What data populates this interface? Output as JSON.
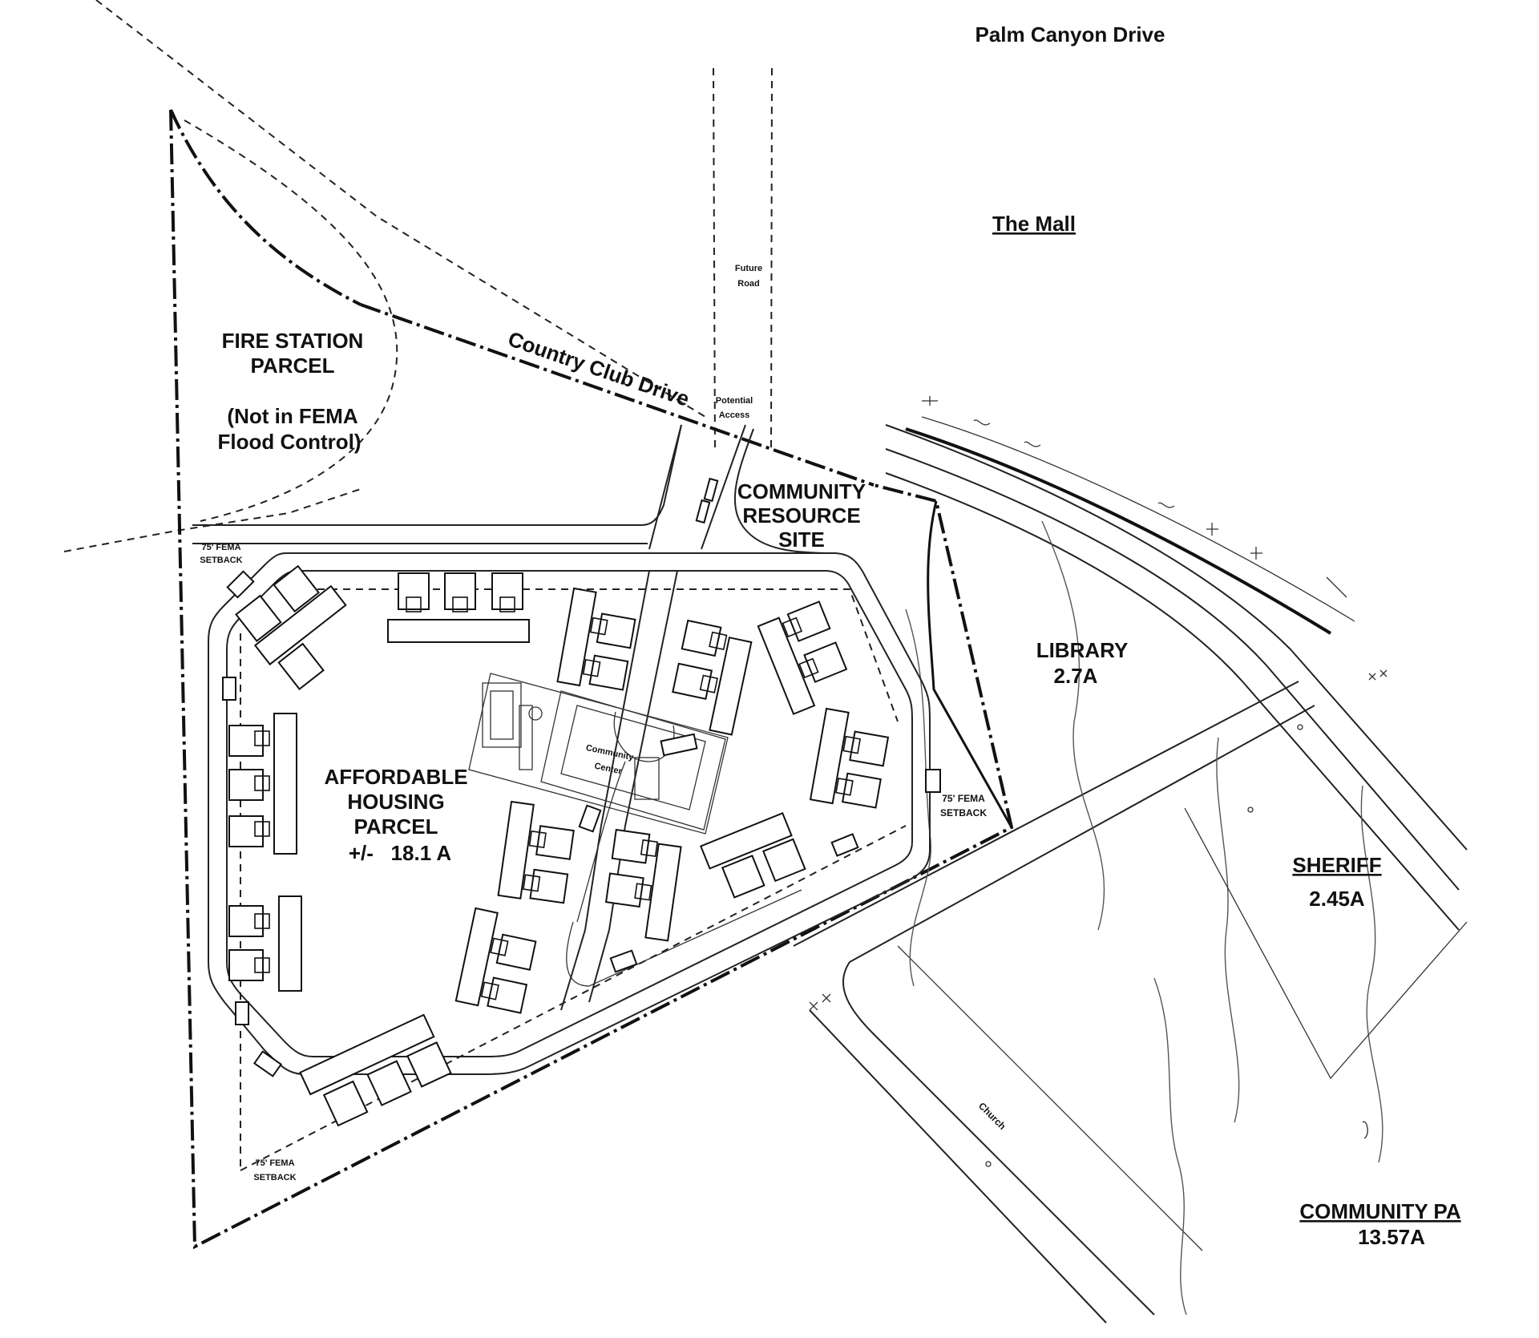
{
  "map": {
    "streets": {
      "palm_canyon": "Palm Canyon Drive",
      "country_club": "Country Club Drive",
      "church": "Church"
    },
    "places": {
      "the_mall": "The Mall"
    },
    "future_road": [
      "Future",
      "Road"
    ],
    "potential_access": [
      "Potential",
      "Access"
    ],
    "fire_station": {
      "line1": "FIRE STATION",
      "line2": "PARCEL",
      "note1": "(Not in FEMA",
      "note2": "Flood Control)"
    },
    "community_resource": {
      "line1": "COMMUNITY",
      "line2": "RESOURCE",
      "line3": "SITE"
    },
    "affordable_housing": {
      "line1": "AFFORDABLE",
      "line2": "HOUSING",
      "line3": "PARCEL",
      "area": "+/-   18.1 A"
    },
    "community_center": [
      "Community",
      "Center"
    ],
    "library": {
      "name": "LIBRARY",
      "area": "2.7A"
    },
    "sheriff": {
      "name": "SHERIFF",
      "area": "2.45A"
    },
    "community_park": {
      "name": "COMMUNITY PA",
      "area": "13.57A"
    },
    "setback_labels": [
      [
        "75' FEMA",
        "SETBACK"
      ],
      [
        "75' FEMA",
        "SETBACK"
      ],
      [
        "75' FEMA",
        "SETBACK"
      ]
    ]
  }
}
